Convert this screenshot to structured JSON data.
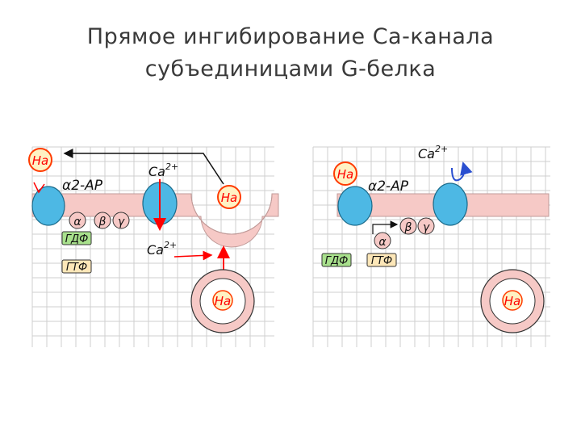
{
  "title": {
    "line1": "Прямое ингибирование Са-канала",
    "line2": "субъединицами G-белка"
  },
  "labels": {
    "na": "На",
    "alpha2_ar": "α2-AP",
    "ca": "Ca",
    "charge": "2+",
    "alpha": "α",
    "beta": "β",
    "gamma": "γ",
    "gdf": "ГДФ",
    "gtf": "ГТФ"
  },
  "colors": {
    "membrane": "#f6c9c6",
    "membrane_edge": "#c09a98",
    "channel": "#4db8e4",
    "na_fill": "#fff2c4",
    "na_ring": "#ff3b00",
    "na_text": "#ff0000",
    "arrow_red": "#ff0000",
    "gdf_fill": "#a8e08c",
    "gtf_fill": "#fde7b8",
    "grid": "#c9c9c9"
  }
}
